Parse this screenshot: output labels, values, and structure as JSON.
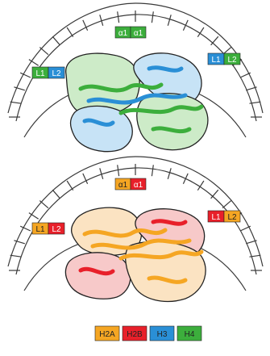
{
  "colors": {
    "h2a": "#f5a623",
    "h2b": "#e8202a",
    "h3": "#2a8fd6",
    "h4": "#3cae3c",
    "h2a_region": "#fbe3c2",
    "h2b_region": "#f7c9c9",
    "h3_region": "#c7e3f6",
    "h4_region": "#cdebc8",
    "dna": "#3a3a3a"
  },
  "top_panel": {
    "label_top_left": "α1",
    "label_top_right": "α1",
    "label_left_a": "L1",
    "label_left_b": "L2",
    "label_right_a": "L1",
    "label_right_b": "L2"
  },
  "bottom_panel": {
    "label_top_left": "α1",
    "label_top_right": "α1",
    "label_left_a": "L1",
    "label_left_b": "L2",
    "label_right_a": "L1",
    "label_right_b": "L2"
  },
  "legend": [
    {
      "label": "H2A",
      "color": "#f5a623"
    },
    {
      "label": "H2B",
      "color": "#e8202a"
    },
    {
      "label": "H3",
      "color": "#2a8fd6"
    },
    {
      "label": "H4",
      "color": "#3cae3c"
    }
  ]
}
